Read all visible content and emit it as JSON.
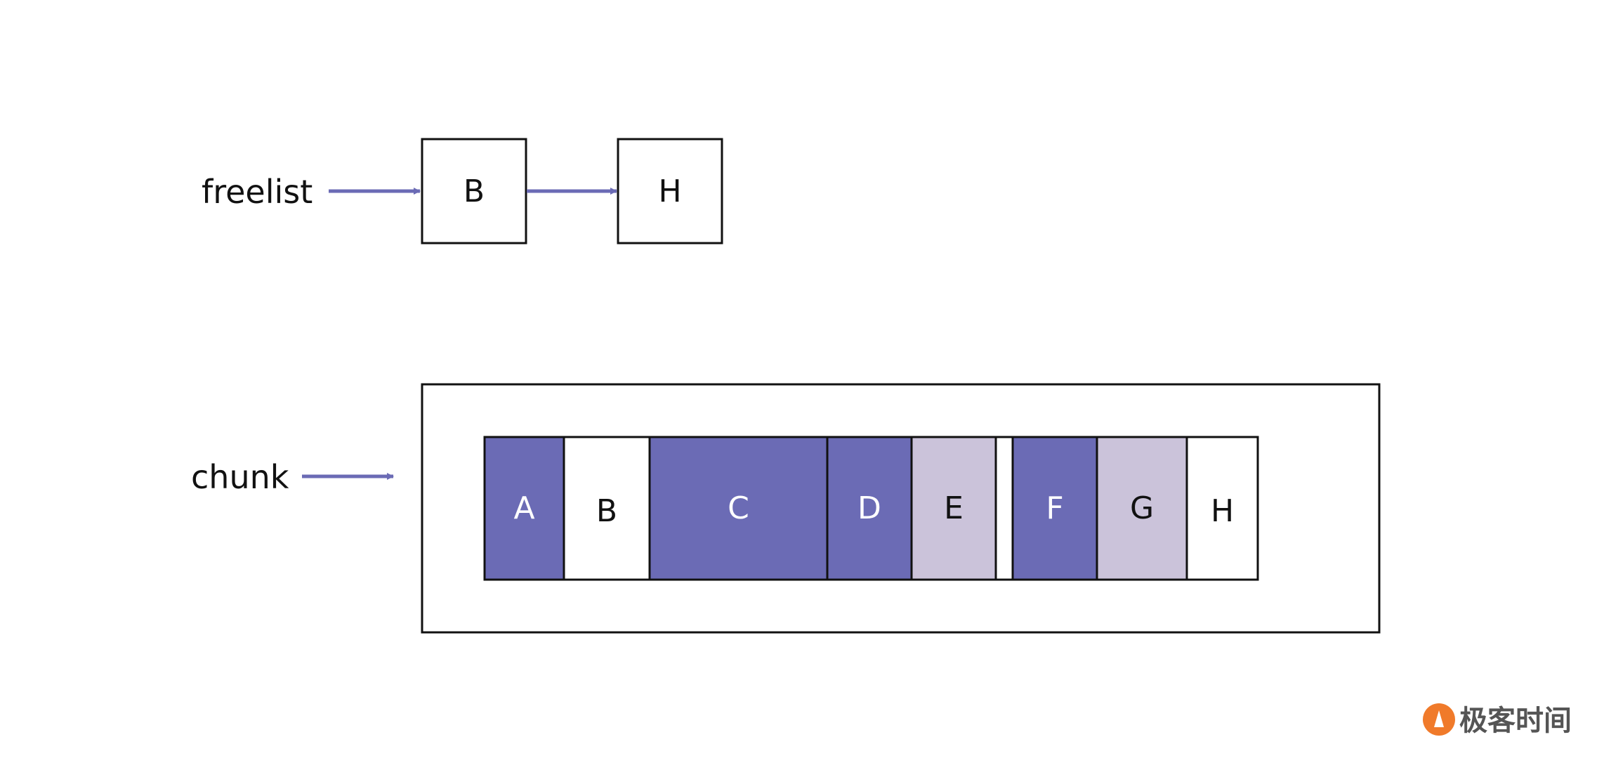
{
  "freelist": {
    "label": "freelist",
    "nodes": [
      {
        "label": "B"
      },
      {
        "label": "H"
      }
    ]
  },
  "chunk": {
    "label": "chunk",
    "blocks": [
      {
        "label": "A",
        "state": "allocated"
      },
      {
        "label": "B",
        "state": "free"
      },
      {
        "label": "C",
        "state": "allocated"
      },
      {
        "label": "D",
        "state": "allocated"
      },
      {
        "label": "E",
        "state": "light"
      },
      {
        "label": "",
        "state": "free"
      },
      {
        "label": "F",
        "state": "allocated"
      },
      {
        "label": "G",
        "state": "light"
      },
      {
        "label": "H",
        "state": "free"
      }
    ]
  },
  "colors": {
    "allocated": "#6b6bb5",
    "light": "#cbc3da",
    "free": "#ffffff",
    "arrow": "#6b6bb5",
    "stroke": "#111111",
    "logo": "#f07a2a"
  },
  "logo": {
    "text": "极客时间",
    "icon": "geektime-logo-icon"
  }
}
